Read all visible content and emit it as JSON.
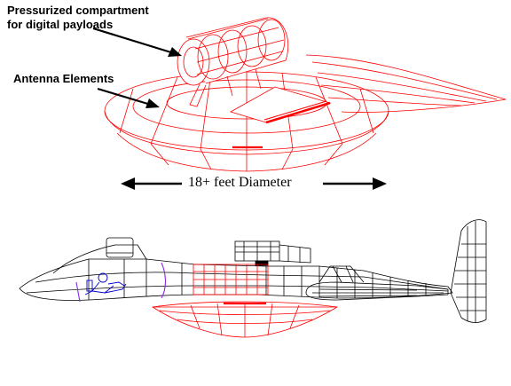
{
  "labels": {
    "compartment_line1": "Pressurized compartment",
    "compartment_line2": "for digital payloads",
    "antenna": "Antenna Elements",
    "diameter": "18+ feet Diameter"
  },
  "colors": {
    "wireframe_red": "#ff0000",
    "aircraft_black": "#000000",
    "pilot_blue": "#0000cc",
    "purple": "#8a2be2",
    "arrow": "#000000"
  }
}
